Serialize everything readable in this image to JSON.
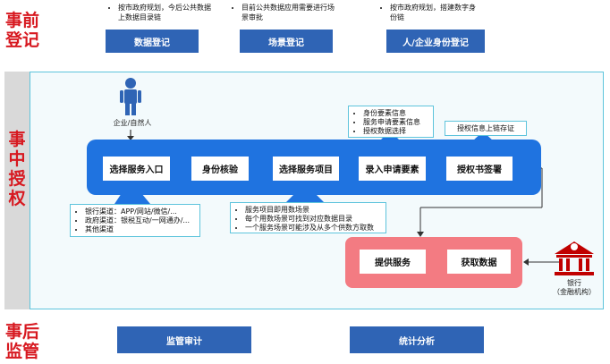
{
  "phases": {
    "before": [
      "事前",
      "登记"
    ],
    "during": [
      "事",
      "中",
      "授",
      "权"
    ],
    "after": [
      "事后",
      "监管"
    ]
  },
  "registration": [
    {
      "note": "按市政府规划，今后公共数据上数据目录链",
      "button": "数据登记"
    },
    {
      "note": "目前公共数据应用需要进行场景审批",
      "button": "场景登记"
    },
    {
      "note": "按市政府规划，搭建数字身份链",
      "button": "人/企业身份登记"
    }
  ],
  "actor": {
    "label": "企业/自然人"
  },
  "flow_steps": [
    "选择服务入口",
    "身份核验",
    "选择服务项目",
    "录入申请要素",
    "授权书签署"
  ],
  "callouts": {
    "entry": [
      "银行渠道：APP/网站/微信/...",
      "政府渠道：银税互动/一网通办/...",
      "其他渠道"
    ],
    "service": [
      "服务项目即用数场景",
      "每个用数场景可找到对应数据目录",
      "一个服务场景可能涉及从多个供数方取数"
    ],
    "elements": [
      "身份要素信息",
      "服务申请要素信息",
      "授权数据选择"
    ],
    "auth": "授权信息上链存证"
  },
  "provide_steps": [
    "提供服务",
    "获取数据"
  ],
  "bank": {
    "label_line1": "银行",
    "label_line2": "（金融机构）",
    "icon_symbol": "$"
  },
  "bottom": [
    "监管审计",
    "统计分析"
  ],
  "colors": {
    "red": "#d71920",
    "blue": "#2f64b5",
    "flow_blue": "#1f73e0",
    "pink": "#f37b82"
  }
}
